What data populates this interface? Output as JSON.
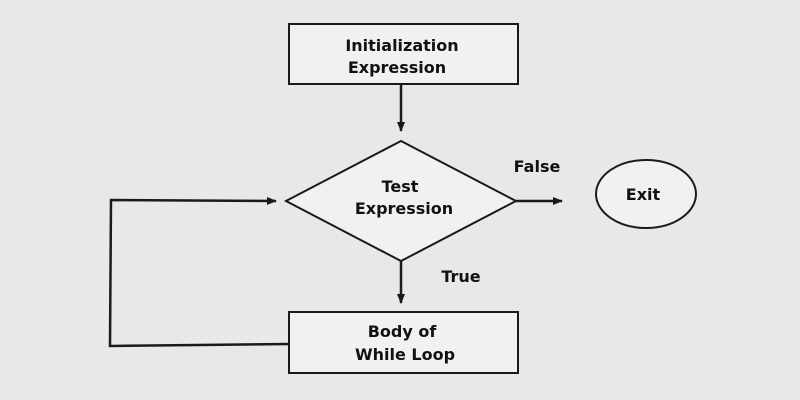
{
  "colors": {
    "background": "#e8e8e8",
    "shape_fill": "#f1f1f1",
    "stroke": "#1a1a1a"
  },
  "nodes": {
    "init": {
      "line1": "Initialization",
      "line2": "Expression"
    },
    "test": {
      "line1": "Test",
      "line2": "Expression"
    },
    "body": {
      "line1": "Body of",
      "line2": "While Loop"
    },
    "exit": {
      "label": "Exit"
    }
  },
  "edges": {
    "false_label": "False",
    "true_label": "True"
  }
}
